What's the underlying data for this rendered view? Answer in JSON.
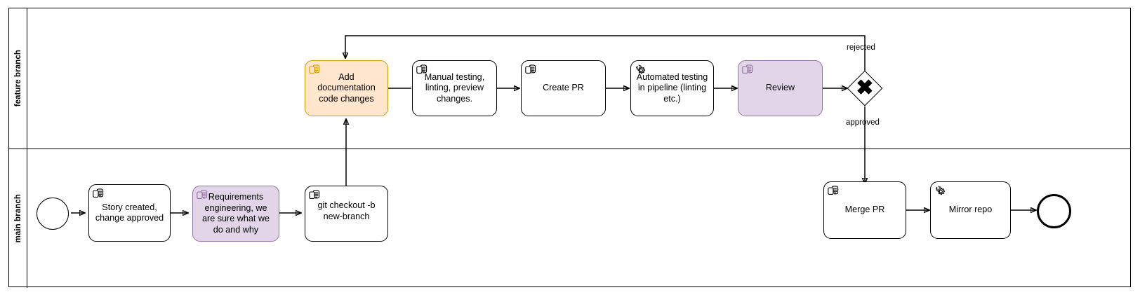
{
  "diagram": {
    "type": "bpmn-process-diagram",
    "title": "Feature branch / main branch development workflow"
  },
  "lanes": [
    {
      "id": "feature",
      "label": "feature branch"
    },
    {
      "id": "main",
      "label": "main branch"
    }
  ],
  "events": [
    {
      "id": "start",
      "kind": "start-event",
      "lane": "main",
      "label": ""
    },
    {
      "id": "end",
      "kind": "end-event",
      "lane": "main",
      "label": ""
    }
  ],
  "tasks": [
    {
      "id": "add-docs",
      "label": "Add documentation code changes",
      "lane": "feature",
      "icon": "manual-task-icon",
      "fill": "#ffe6cc",
      "stroke": "#d79b00"
    },
    {
      "id": "manual-testing",
      "label": "Manual testing, linting, preview changes.",
      "lane": "feature",
      "icon": "manual-task-icon",
      "fill": "#ffffff",
      "stroke": "#000000"
    },
    {
      "id": "create-pr",
      "label": "Create PR",
      "lane": "feature",
      "icon": "manual-task-icon",
      "fill": "#ffffff",
      "stroke": "#000000"
    },
    {
      "id": "automated-testing",
      "label": "Automated testing in pipeline (linting etc.)",
      "lane": "feature",
      "icon": "service-task-gear-icon",
      "fill": "#ffffff",
      "stroke": "#000000"
    },
    {
      "id": "review",
      "label": "Review",
      "lane": "feature",
      "icon": "manual-task-icon",
      "fill": "#e1d5e7",
      "stroke": "#9673a6"
    },
    {
      "id": "story-created",
      "label": "Story created, change approved",
      "lane": "main",
      "icon": "manual-task-icon",
      "fill": "#ffffff",
      "stroke": "#000000"
    },
    {
      "id": "requirements",
      "label": "Requirements engineering, we are sure what we do and why",
      "lane": "main",
      "icon": "manual-task-icon",
      "fill": "#e1d5e7",
      "stroke": "#9673a6"
    },
    {
      "id": "git-checkout",
      "label": "git checkout -b new-branch",
      "lane": "main",
      "icon": "manual-task-icon",
      "fill": "#ffffff",
      "stroke": "#000000"
    },
    {
      "id": "merge-pr",
      "label": "Merge PR",
      "lane": "main",
      "icon": "manual-task-icon",
      "fill": "#ffffff",
      "stroke": "#000000"
    },
    {
      "id": "mirror-repo",
      "label": "Mirror repo",
      "lane": "main",
      "icon": "service-task-gear-icon",
      "fill": "#ffffff",
      "stroke": "#000000"
    }
  ],
  "gateways": [
    {
      "id": "review-gateway",
      "kind": "exclusive-gateway",
      "lane": "feature",
      "marker": "✖"
    }
  ],
  "flow_labels": {
    "rejected": "rejected",
    "approved": "approved"
  },
  "flows": [
    {
      "from": "start",
      "to": "story-created"
    },
    {
      "from": "story-created",
      "to": "requirements"
    },
    {
      "from": "requirements",
      "to": "git-checkout"
    },
    {
      "from": "git-checkout",
      "to": "add-docs"
    },
    {
      "from": "add-docs",
      "to": "manual-testing"
    },
    {
      "from": "manual-testing",
      "to": "create-pr"
    },
    {
      "from": "create-pr",
      "to": "automated-testing"
    },
    {
      "from": "automated-testing",
      "to": "review"
    },
    {
      "from": "review",
      "to": "review-gateway"
    },
    {
      "from": "review-gateway",
      "to": "add-docs",
      "label": "rejected"
    },
    {
      "from": "review-gateway",
      "to": "merge-pr",
      "label": "approved"
    },
    {
      "from": "merge-pr",
      "to": "mirror-repo"
    },
    {
      "from": "mirror-repo",
      "to": "end"
    }
  ]
}
